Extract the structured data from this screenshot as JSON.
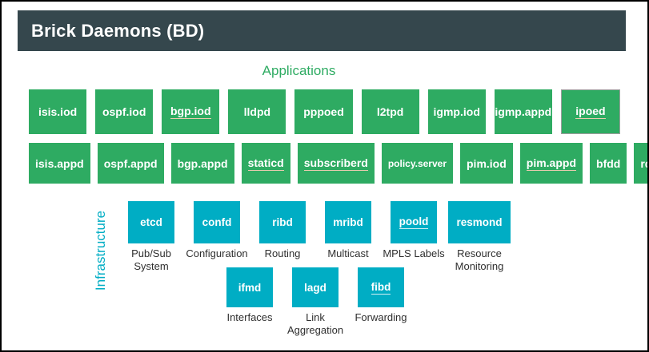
{
  "header": {
    "title": "Brick Daemons (BD)"
  },
  "colors": {
    "header_bg": "#35474d",
    "application_green": "#2eab62",
    "infrastructure_teal": "#00adc4",
    "caption_text": "#2f2f2f",
    "box_label_text": "#ffffff"
  },
  "sections": {
    "applications": {
      "label": "Applications",
      "row1": [
        {
          "label": "isis.iod",
          "underlined": false
        },
        {
          "label": "ospf.iod",
          "underlined": false
        },
        {
          "label": "bgp.iod",
          "underlined": true
        },
        {
          "label": "lldpd",
          "underlined": false
        },
        {
          "label": "pppoed",
          "underlined": false
        },
        {
          "label": "l2tpd",
          "underlined": false
        },
        {
          "label": "igmp.iod",
          "underlined": false
        },
        {
          "label": "igmp.appd",
          "underlined": false
        },
        {
          "label": "ipoed",
          "underlined": true
        }
      ],
      "row2": [
        {
          "label": "isis.appd",
          "underlined": false
        },
        {
          "label": "ospf.appd",
          "underlined": false
        },
        {
          "label": "bgp.appd",
          "underlined": false
        },
        {
          "label": "staticd",
          "underlined": true
        },
        {
          "label": "subscriberd",
          "underlined": true
        },
        {
          "label": "policy.server",
          "underlined": false
        },
        {
          "label": "pim.iod",
          "underlined": false
        },
        {
          "label": "pim.appd",
          "underlined": true
        },
        {
          "label": "bfdd",
          "underlined": false
        },
        {
          "label": "rd",
          "underlined": false
        }
      ]
    },
    "infrastructure": {
      "label": "Infrastructure",
      "row1": [
        {
          "label": "etcd",
          "caption": "Pub/Sub System",
          "underlined": false
        },
        {
          "label": "confd",
          "caption": "Configuration",
          "underlined": false
        },
        {
          "label": "ribd",
          "caption": "Routing",
          "underlined": false
        },
        {
          "label": "mribd",
          "caption": "Multicast",
          "underlined": false
        },
        {
          "label": "poold",
          "caption": "MPLS Labels",
          "underlined": true
        },
        {
          "label": "resmond",
          "caption": "Resource Monitoring",
          "underlined": false
        }
      ],
      "row2": [
        {
          "label": "ifmd",
          "caption": "Interfaces",
          "underlined": false
        },
        {
          "label": "lagd",
          "caption": "Link Aggregation",
          "underlined": false
        },
        {
          "label": "fibd",
          "caption": "Forwarding",
          "underlined": true
        }
      ]
    }
  }
}
